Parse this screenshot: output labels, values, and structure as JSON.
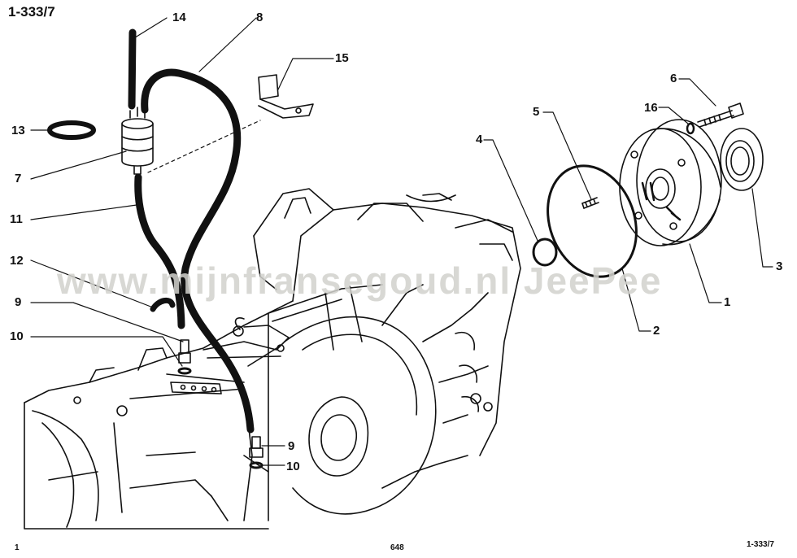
{
  "header": {
    "sheet_id": "1-333/7"
  },
  "footer": {
    "left": "1",
    "center": "648",
    "right": "1-333/7"
  },
  "watermark": "www.mijnfransegoud.nl   JeePee",
  "callouts": [
    "1",
    "2",
    "3",
    "4",
    "5",
    "6",
    "7",
    "8",
    "9",
    "10",
    "11",
    "12",
    "13",
    "14",
    "15",
    "16",
    "9",
    "10"
  ],
  "colors": {
    "line": "#111111",
    "watermark": "#d2d2cd",
    "background": "#ffffff"
  }
}
